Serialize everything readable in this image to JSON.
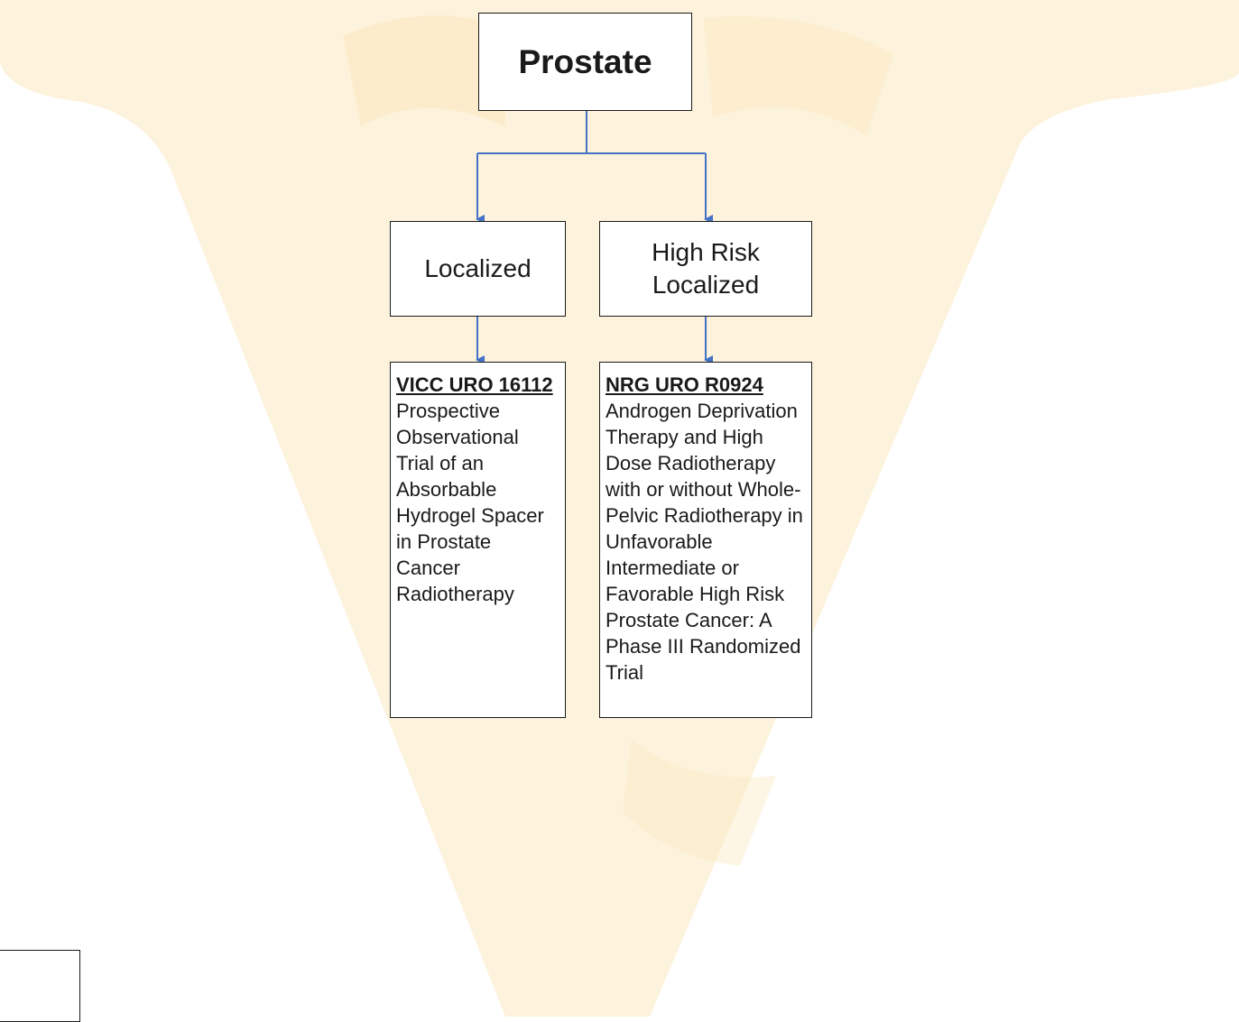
{
  "colors": {
    "background": "#ffffff",
    "watermark": "#fdf2dc",
    "watermark_accent": "#fbe8bf",
    "connector": "#4472c4",
    "box_border": "#1a1a1a",
    "text": "#1a1a1a"
  },
  "diagram": {
    "root": {
      "label": "Prostate"
    },
    "branches": [
      {
        "label": "Localized",
        "trial": {
          "id": "VICC URO 16112",
          "description": "Prospective Observational Trial of an Absorbable Hydrogel Spacer in Prostate Cancer Radiotherapy"
        }
      },
      {
        "label": "High Risk Localized",
        "trial": {
          "id": "NRG URO R0924",
          "description": "Androgen Deprivation Therapy and High Dose Radiotherapy with or without Whole-Pelvic Radiotherapy in Unfavorable Intermediate or Favorable High Risk Prostate Cancer: A Phase III Randomized Trial"
        }
      }
    ]
  }
}
